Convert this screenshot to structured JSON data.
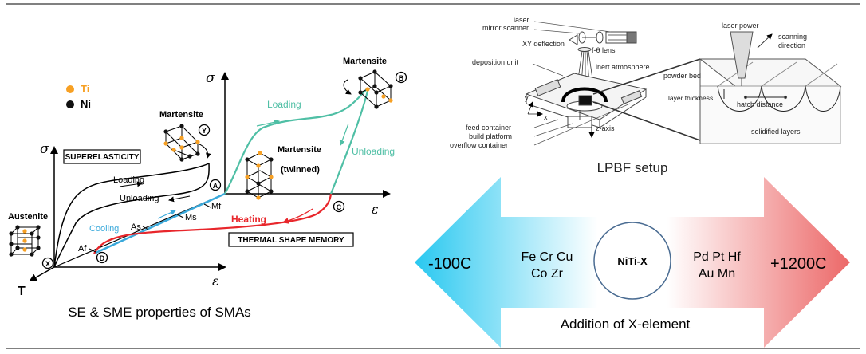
{
  "left_panel": {
    "legend_ti": "Ti",
    "legend_ni": "Ni",
    "axis_sigma": "σ",
    "axis_epsilon": "ε",
    "axis_t": "T",
    "superelasticity": "SUPERELASTICITY",
    "thermal_shape_memory": "THERMAL SHAPE MEMORY",
    "loading_se": "Loading",
    "unloading_se": "Unloading",
    "loading_tw": "Loading",
    "unloading_tw": "Unloading",
    "cooling": "Cooling",
    "heating": "Heating",
    "austenite": "Austenite",
    "martensite_y": "Martensite",
    "martensite_b": "Martensite",
    "martensite_twinned_1": "Martensite",
    "martensite_twinned_2": "(twinned)",
    "as": "As",
    "ms": "Ms",
    "mf": "Mf",
    "af": "Af",
    "pt_a": "A",
    "pt_b": "B",
    "pt_c": "C",
    "pt_d": "D",
    "pt_x": "X",
    "pt_y": "Y",
    "caption": "SE & SME properties of SMAs",
    "colors": {
      "ti": "#f7a023",
      "ni": "#111111",
      "loading": "#4fbfa5",
      "cooling": "#3aa9db",
      "heating": "#e8262b"
    }
  },
  "lpbf": {
    "laser": "laser",
    "mirror_scanner": "mirror scanner",
    "xy_deflection": "XY deflection",
    "f_theta_lens": "f-θ lens",
    "deposition_unit": "deposition unit",
    "inert_atmosphere": "inert atmosphere",
    "feed_container": "feed container",
    "build_platform": "build platform",
    "overflow_container": "overflow container",
    "z_axis": "z-axis",
    "axis_x": "x",
    "axis_y": "y",
    "laser_power": "laser power",
    "scanning_direction_1": "scanning",
    "scanning_direction_2": "direction",
    "powder_bed": "powder bed",
    "layer_thickness": "layer thickness",
    "hatch_distance": "hatch distance",
    "solidified_layers": "solidified layers",
    "caption": "LPBF setup"
  },
  "arrow": {
    "left_temp": "-100C",
    "right_temp": "+1200C",
    "left_row1": "Fe  Cr  Cu",
    "left_row2": "Co  Zr",
    "center": "NiTi-X",
    "right_row1": "Pd  Pt  Hf",
    "right_row2": "Au  Mn",
    "caption": "Addition of X-element",
    "colors": {
      "cold": "#29c8f0",
      "hot": "#ec6868"
    }
  }
}
